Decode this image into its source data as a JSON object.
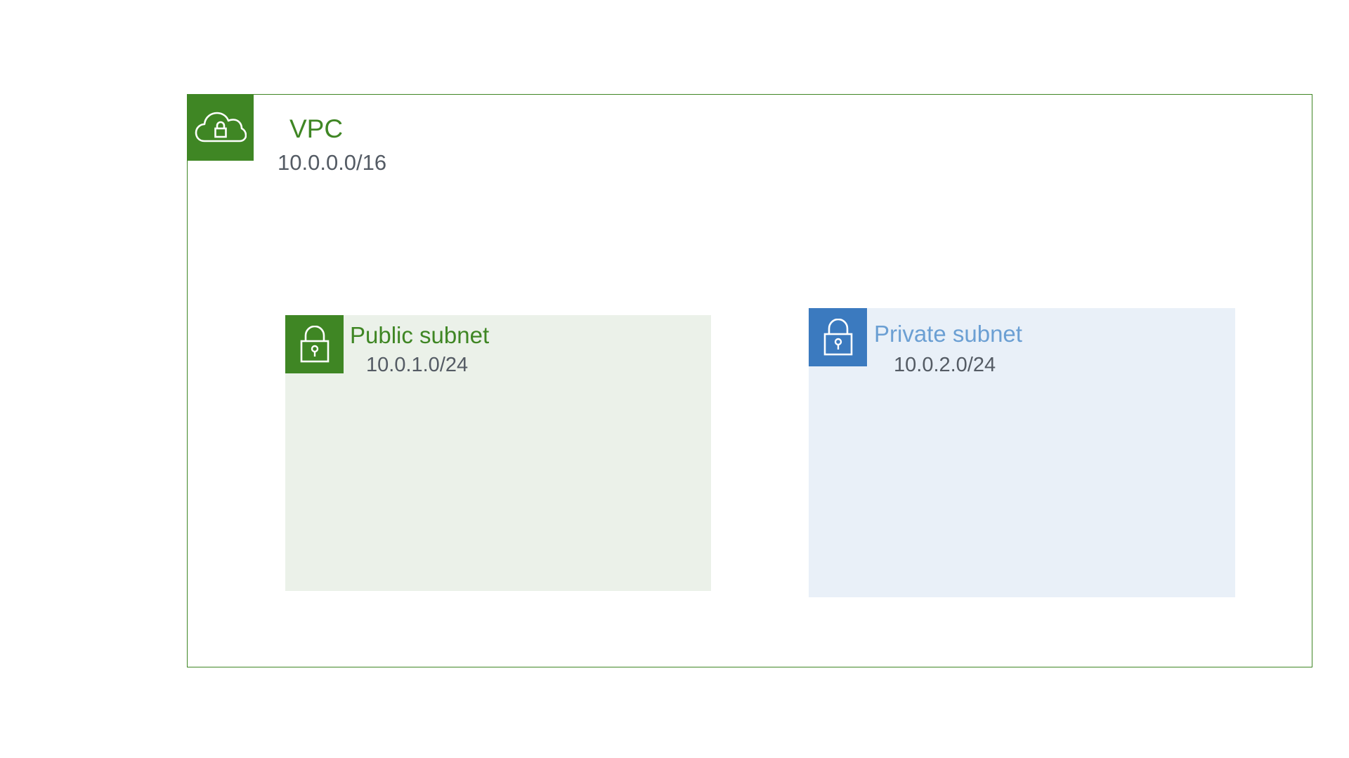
{
  "vpc": {
    "title": "VPC",
    "cidr": "10.0.0.0/16",
    "icon": "vpc-cloud-lock-icon",
    "color": "#3f8624"
  },
  "subnets": {
    "public": {
      "title": "Public subnet",
      "cidr": "10.0.1.0/24",
      "icon": "padlock-icon",
      "color": "#3f8624",
      "background": "#ebf1e9"
    },
    "private": {
      "title": "Private subnet",
      "cidr": "10.0.2.0/24",
      "icon": "padlock-icon",
      "color": "#3b7abf",
      "background": "#e9f0f8"
    }
  }
}
